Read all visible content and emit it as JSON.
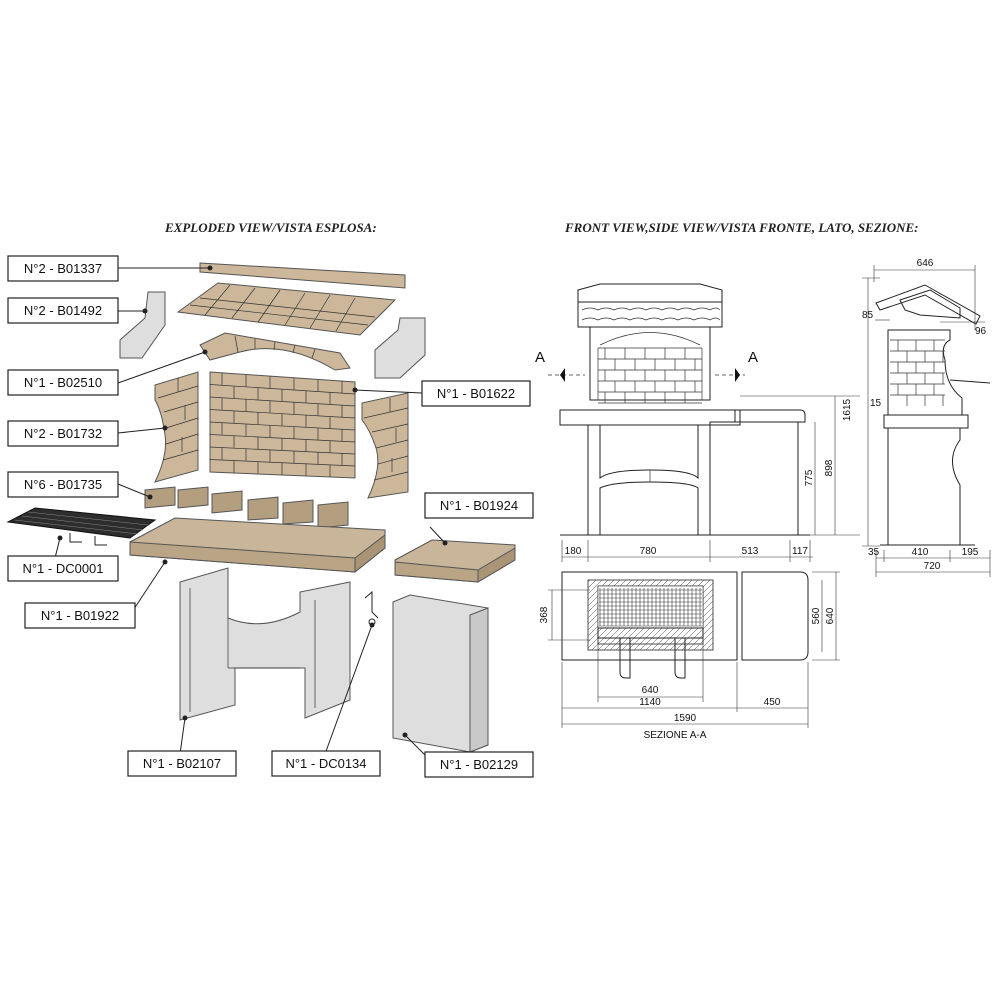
{
  "headings": {
    "exploded": "EXPLODED VIEW/VISTA ESPLOSA:",
    "front": "FRONT VIEW,SIDE VIEW/VISTA FRONTE, LATO, SEZIONE:"
  },
  "parts": [
    {
      "label": "N°2 - B01337"
    },
    {
      "label": "N°2 - B01492"
    },
    {
      "label": "N°1 - B02510"
    },
    {
      "label": "N°1 - B01622"
    },
    {
      "label": "N°2 - B01732"
    },
    {
      "label": "N°6 - B01735"
    },
    {
      "label": "N°1 - B01924"
    },
    {
      "label": "N°1 - DC0001"
    },
    {
      "label": "N°1 - B01922"
    },
    {
      "label": "N°1 - B02107"
    },
    {
      "label": "N°1 - DC0134"
    },
    {
      "label": "N°1 - B02129"
    }
  ],
  "front_view": {
    "section_marker": "A",
    "dims": {
      "total_height": "1615",
      "counter_height": "898",
      "leg_height": "775",
      "w1": "180",
      "w2": "780",
      "w3": "513",
      "w4": "117"
    }
  },
  "side_view": {
    "dims": {
      "top": "646",
      "h85": "85",
      "h96": "96",
      "h15": "15",
      "b35": "35",
      "b410": "410",
      "b195": "195",
      "total": "720"
    }
  },
  "section_view": {
    "caption": "SEZIONE  A-A",
    "dims": {
      "d368": "368",
      "d560": "560",
      "d640v": "640",
      "d640h": "640",
      "d1140": "1140",
      "d450": "450",
      "d1590": "1590"
    }
  },
  "colors": {
    "stone": "#cdb79a",
    "slab": "#c8b59a",
    "panel": "#dedede",
    "line": "#222222"
  }
}
